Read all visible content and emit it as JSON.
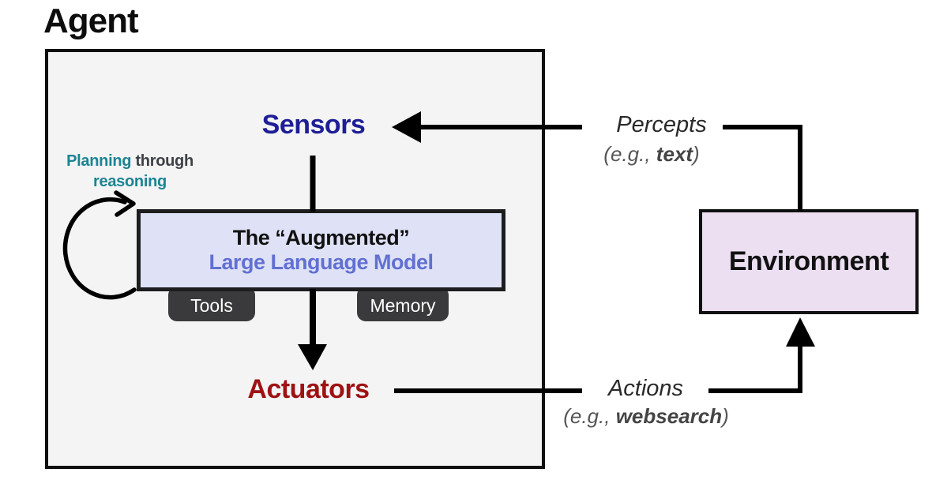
{
  "colors": {
    "agent_box_bg": "#f4f4f5",
    "box_border": "#0f0f10",
    "connector": "#000000",
    "sensors_text": "#1e1e96",
    "actuators_text": "#9e1212",
    "planning_teal": "#1b8492",
    "planning_gray": "#3d4045",
    "llm_box_bg": "#dfe2f6",
    "llm_box_border": "#1d1d1f",
    "llm_line2_text": "#6170d2",
    "tab_bg": "#3a3a3c",
    "tab_text": "#ffffff",
    "env_box_bg": "#ecdff2",
    "label_dark": "#2a2a2c",
    "label_gray": "#565658"
  },
  "agent": {
    "title": "Agent"
  },
  "sensors": {
    "label": "Sensors"
  },
  "actuators": {
    "label": "Actuators"
  },
  "planning": {
    "word1": "Planning",
    "word2": "through",
    "word3": "reasoning"
  },
  "llm": {
    "line1": "The “Augmented”",
    "line2": "Large Language Model"
  },
  "tabs": {
    "tools": "Tools",
    "memory": "Memory"
  },
  "environment": {
    "label": "Environment"
  },
  "percepts": {
    "label": "Percepts",
    "example_prefix": "(e.g., ",
    "example_bold": "text",
    "example_suffix": ")"
  },
  "actions": {
    "label": "Actions",
    "example_prefix": "(e.g., ",
    "example_bold": "websearch",
    "example_suffix": ")"
  }
}
